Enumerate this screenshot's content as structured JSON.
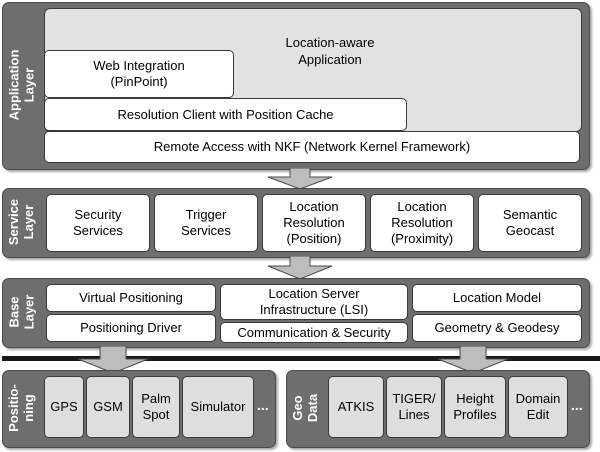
{
  "application_layer": {
    "label": "Application\nLayer",
    "main": "Location-aware\nApplication",
    "web_integration": "Web Integration\n(PinPoint)",
    "resolution_client": "Resolution Client with Position Cache",
    "remote_access": "Remote Access with NKF (Network Kernel Framework)"
  },
  "service_layer": {
    "label": "Service\nLayer",
    "boxes": [
      "Security\nServices",
      "Trigger\nServices",
      "Location\nResolution\n(Position)",
      "Location\nResolution\n(Proximity)",
      "Semantic\nGeocast"
    ]
  },
  "base_layer": {
    "label": "Base\nLayer",
    "virtual_positioning": "Virtual Positioning",
    "positioning_driver": "Positioning Driver",
    "lsi": "Location Server\nInfrastructure (LSI)",
    "comm_security": "Communication & Security",
    "location_model": "Location Model",
    "geometry": "Geometry & Geodesy"
  },
  "positioning": {
    "label": "Positio-\nning",
    "boxes": [
      "GPS",
      "GSM",
      "Palm\nSpot",
      "Simulator"
    ],
    "ellipsis": "..."
  },
  "geo_data": {
    "label": "Geo\nData",
    "boxes": [
      "ATKIS",
      "TIGER/\nLines",
      "Height\nProfiles",
      "Domain\nEdit"
    ],
    "ellipsis": "..."
  }
}
